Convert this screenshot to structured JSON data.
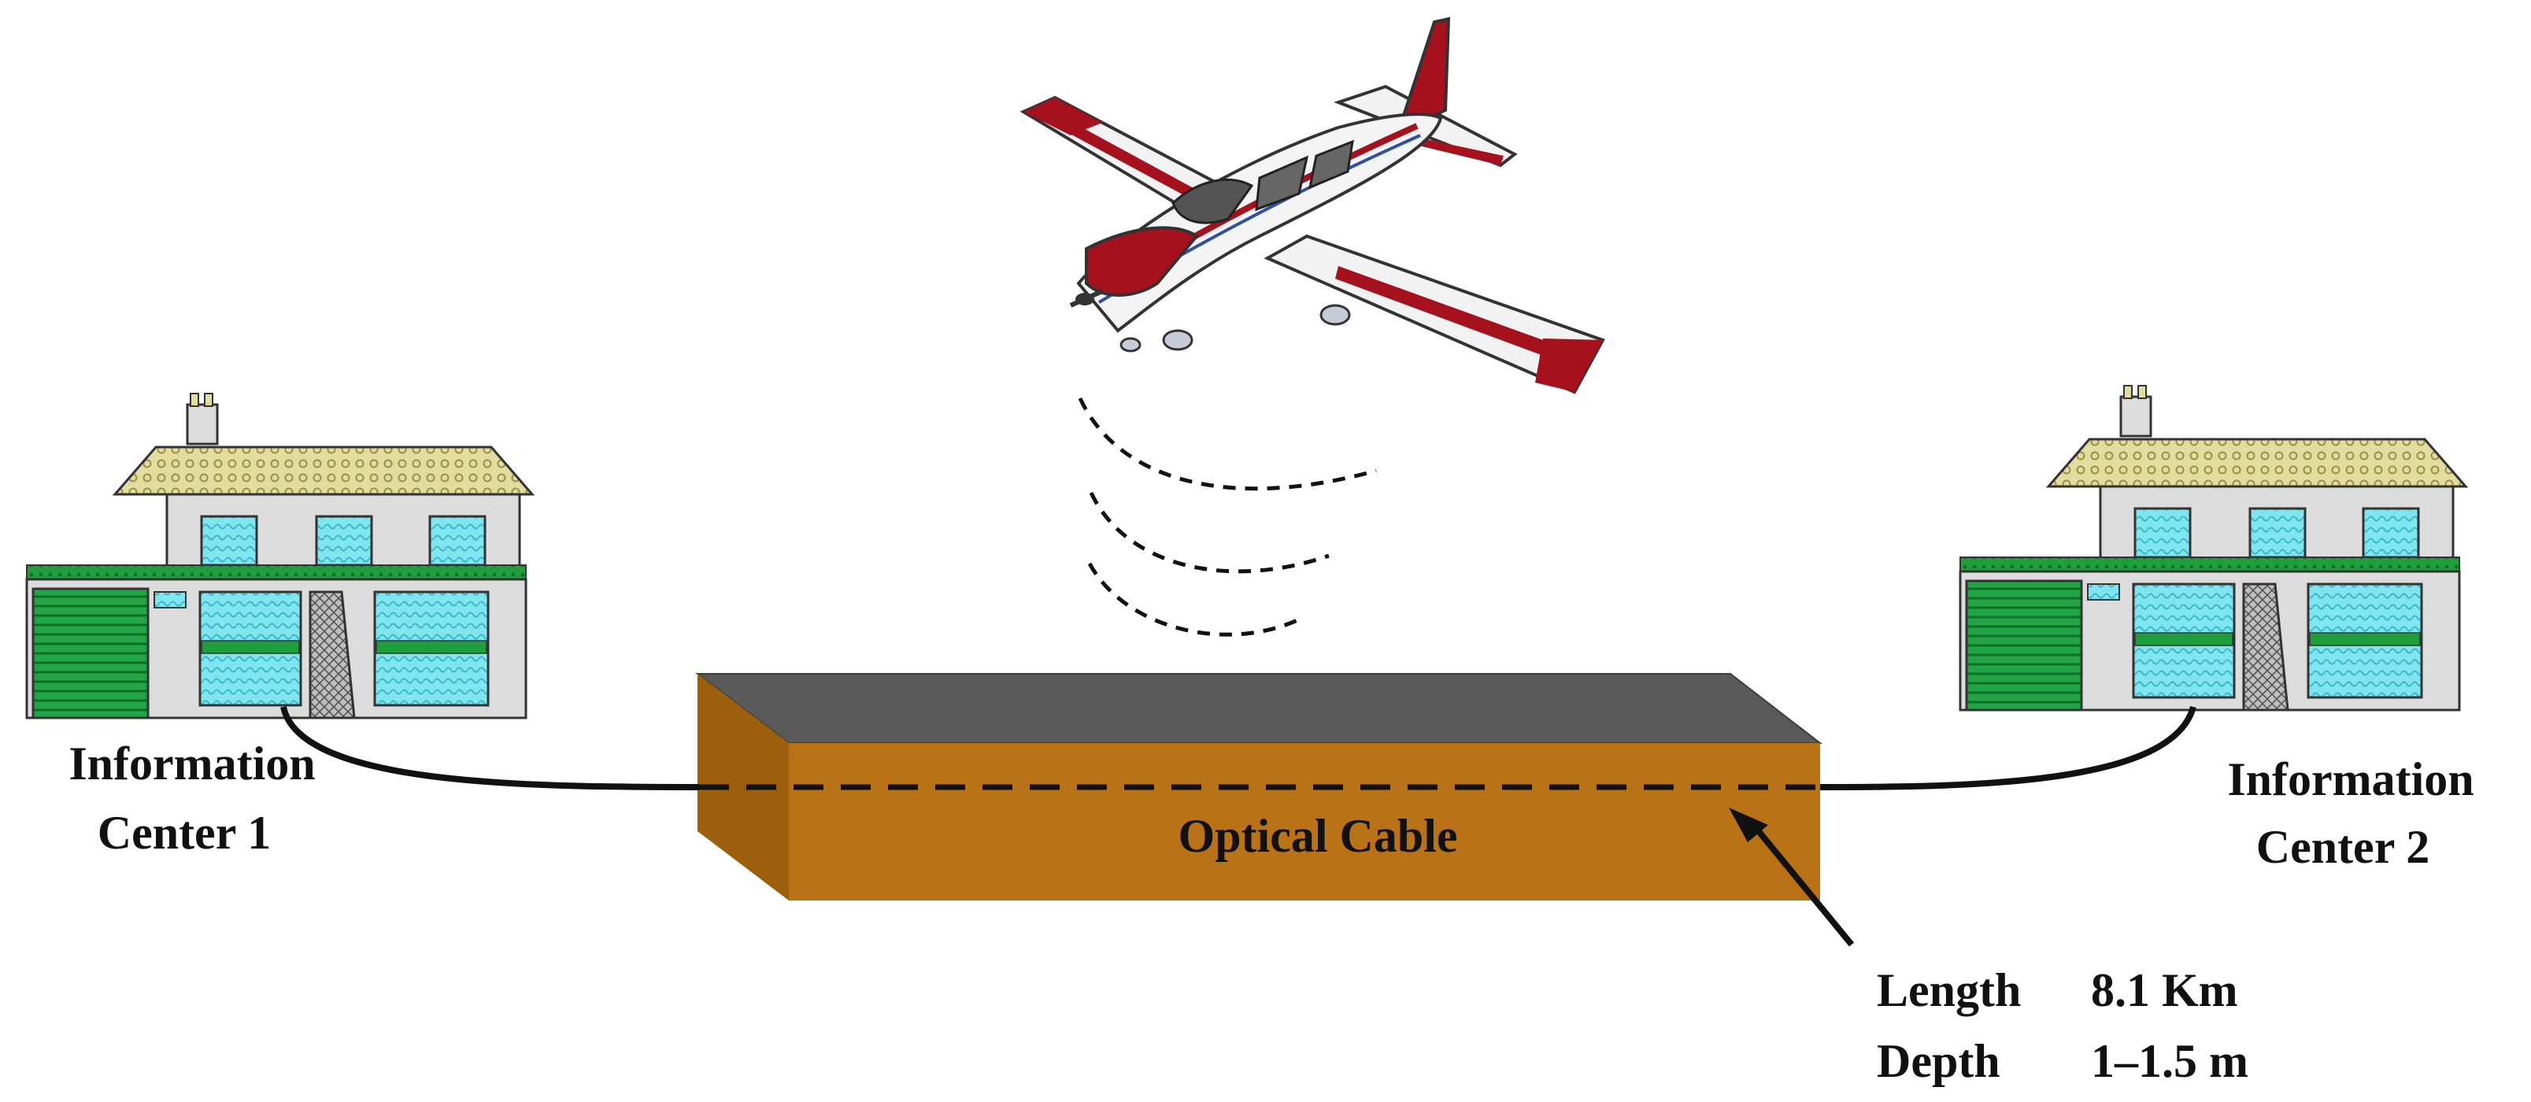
{
  "labels": {
    "center_left_line1": "Information",
    "center_left_line2": "Center 1",
    "center_right_line1": "Information",
    "center_right_line2": "Center 2",
    "cable": "Optical Cable",
    "length_label": "Length",
    "length_value": "8.1 Km",
    "depth_label": "Depth",
    "depth_value": "1–1.5 m"
  },
  "colors": {
    "soil_front": "#B97316",
    "soil_side": "#9C5F0E",
    "ground_top": "#595959",
    "roof": "#E2DC9E",
    "wall": "#DCDCDC",
    "trim_green": "#1E9E3C",
    "window_cyan": "#7FE6F0",
    "plane_red": "#A5121E",
    "line": "#111111"
  },
  "icons": {
    "left_building": "building-icon",
    "right_building": "building-icon",
    "aircraft": "airplane-icon",
    "signal": "signal-waves-icon"
  }
}
